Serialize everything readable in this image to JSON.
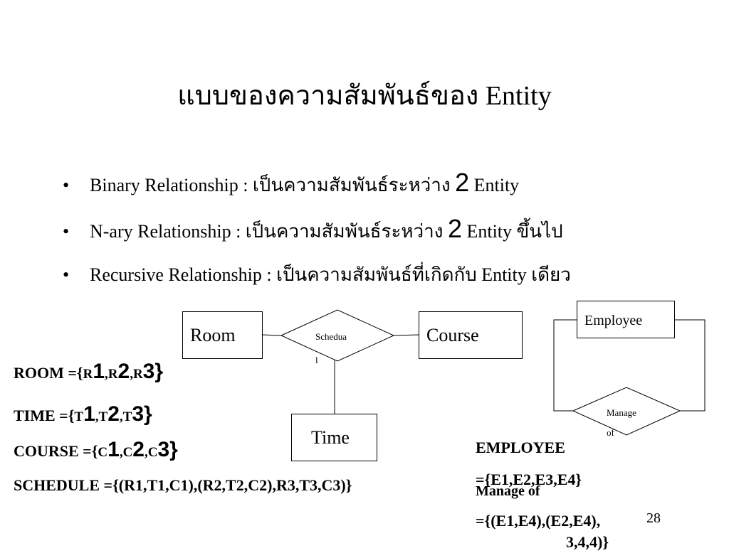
{
  "title": "แบบของความสัมพันธ์ของ Entity",
  "bullets": [
    {
      "pre": "Binary Relationship : เป็นความสัมพันธ์ระหว่าง ",
      "num": "2",
      "post": " Entity"
    },
    {
      "pre": "N-ary Relationship : เป็นความสัมพันธ์ระหว่าง ",
      "num": "2",
      "post": " Entity ขึ้นไป"
    },
    {
      "pre": "Recursive Relationship : เป็นความสัมพันธ์ที่เกิดกับ Entity เดียว",
      "num": "",
      "post": ""
    }
  ],
  "bullet_symbol": "•",
  "diagram": {
    "room": "Room",
    "course": "Course",
    "time": "Time",
    "relationship_line1": "Schedua",
    "relationship_line2": "l",
    "employee": "Employee",
    "manage_line1": "Manage",
    "manage_line2": "of"
  },
  "sets": {
    "room": {
      "label": "ROOM ={",
      "items": [
        "R",
        "1",
        ",R",
        "2",
        ",R",
        "3",
        "}"
      ]
    },
    "time": {
      "label": "TIME ={",
      "items": [
        "T",
        "1",
        ",T",
        "2",
        ",T",
        "3",
        "}"
      ]
    },
    "course": {
      "label": "COURSE ={",
      "items": [
        "C",
        "1",
        ",C",
        "2",
        ",C",
        "3",
        "}"
      ]
    },
    "schedule": {
      "label": "SCHEDULE ={(",
      "text": "SCHEDULE ={(R1,T1,C1),(R2,T2,C2),R3,T3,C3)}"
    }
  },
  "employee_set": {
    "line1": "EMPLOYEE",
    "line2": "={E1,E2,E3,E4}",
    "manage_label": "Manage of",
    "line3": "={(E1,E4),(E2,E4),",
    "line4": "3,4,4)}"
  },
  "page_number": "28"
}
